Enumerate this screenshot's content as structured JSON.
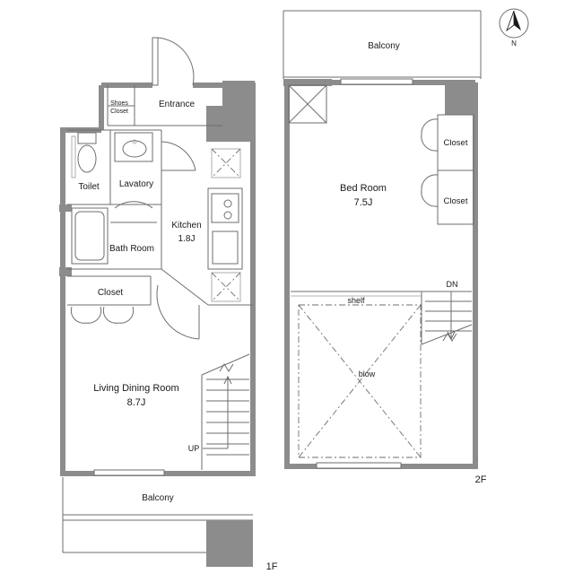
{
  "rooms": {
    "balcony_2f": "Balcony",
    "shoes_closet_line1": "Shoes",
    "shoes_closet_line2": "Closet",
    "entrance": "Entrance",
    "toilet": "Toilet",
    "lavatory": "Lavatory",
    "kitchen_name": "Kitchen",
    "kitchen_size": "1.8J",
    "bath_room": "Bath Room",
    "closet_1f": "Closet",
    "living_name": "Living Dining Room",
    "living_size": "8.7J",
    "up": "UP",
    "balcony_1f": "Balcony",
    "bedroom_name": "Bed Room",
    "bedroom_size": "7.5J",
    "closet_2f_upper": "Closet",
    "closet_2f_lower": "Closet",
    "dn": "DN",
    "shelf": "shelf",
    "blow": "blow"
  },
  "floors": {
    "first": "1F",
    "second": "2F"
  },
  "compass": {
    "label": "N",
    "icon": "north-arrow-icon"
  },
  "colors": {
    "wall": "#8c8c8c",
    "line": "#6e6e6e",
    "text": "#1a1a1a"
  }
}
